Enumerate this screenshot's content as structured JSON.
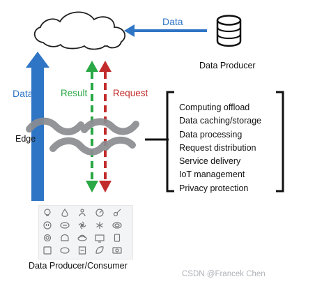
{
  "labels": {
    "cloud_data": "Data",
    "data_producer": "Data Producer",
    "left_data": "Data",
    "result": "Result",
    "request": "Request",
    "edge": "Edge",
    "bottom": "Data Producer/Consumer"
  },
  "services": [
    "Computing offload",
    "Data caching/storage",
    "Data processing",
    "Request distribution",
    "Service delivery",
    "IoT management",
    "Privacy protection"
  ],
  "watermark": "CSDN @Francek Chen",
  "colors": {
    "blue": "#2f75c5",
    "green": "#29a845",
    "red": "#c22b2b",
    "gray": "#8a8d91"
  },
  "icons": [
    "lightbulb-icon",
    "drop-icon",
    "person-icon",
    "gauge-icon",
    "key-icon",
    "plug-icon",
    "router-icon",
    "fan-icon",
    "snowflake-icon",
    "ring-icon",
    "light-icon",
    "dome-icon",
    "disc-icon",
    "monitor-icon",
    "phone-icon",
    "tablet-icon",
    "oval-icon",
    "box-icon",
    "leaf-icon",
    "speaker-icon"
  ]
}
